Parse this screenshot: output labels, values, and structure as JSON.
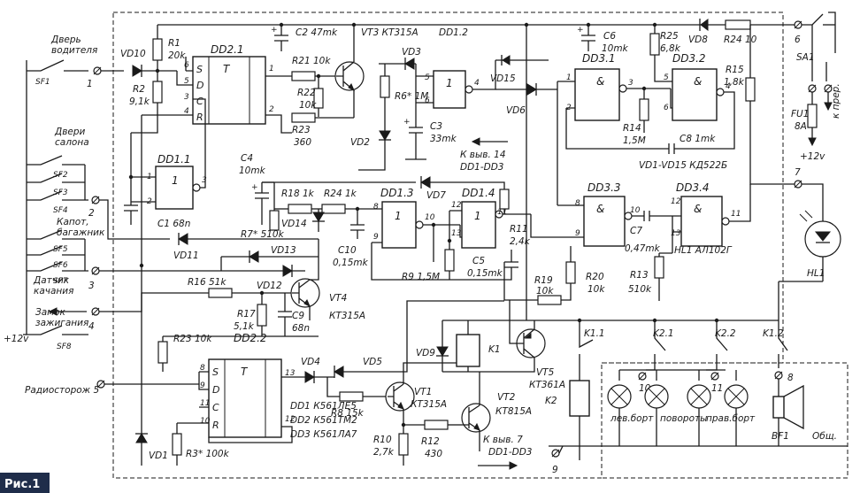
{
  "figure_label": "Рис.1",
  "external": {
    "driver_door": [
      "Дверь",
      "водителя"
    ],
    "salon_doors": [
      "Двери",
      "салона"
    ],
    "hood_trunk": [
      "Капот,",
      "багажник"
    ],
    "motion_sensor": [
      "Датчик",
      "качания"
    ],
    "ignition_lock": [
      "Замок",
      "зажигания"
    ],
    "radio_guard": "Радиосторож 5",
    "plus12_left": "+12v",
    "plus12_right": "+12v",
    "to_consumers": "к прер.",
    "common": "Общ.",
    "lamp_labels": [
      "лев.борт",
      "повороты",
      "прав.борт"
    ]
  },
  "switches": [
    "SF1",
    "SF2",
    "SF3",
    "SF4",
    "SF5",
    "SF6",
    "SF7",
    "SF8",
    "SA1"
  ],
  "terminals": [
    "1",
    "2",
    "3",
    "4",
    "5",
    "6",
    "7",
    "8",
    "9",
    "10",
    "11"
  ],
  "chips": {
    "dd21": "DD2.1",
    "dd22": "DD2.2",
    "dd11": "DD1.1",
    "dd12": "DD1.2",
    "dd13": "DD1.3",
    "dd14": "DD1.4",
    "dd31": "DD3.1",
    "dd32": "DD3.2",
    "dd33": "DD3.3",
    "dd34": "DD3.4",
    "trigger_T": "T",
    "trigger_S": "S",
    "trigger_D": "D",
    "trigger_C": "C",
    "trigger_R": "R",
    "gate_one": "1",
    "gate_and": "&"
  },
  "resistors": {
    "r1": [
      "R1",
      "20k"
    ],
    "r2": [
      "R2",
      "9,1k"
    ],
    "r21": [
      "R21",
      "10k"
    ],
    "r22": [
      "R22",
      "10k"
    ],
    "r23": [
      "R23",
      "360"
    ],
    "r6": "R6* 1M",
    "r25": [
      "R25",
      "6,8k"
    ],
    "r24": "R24  10",
    "r15": [
      "R15",
      "1,8k"
    ],
    "r14": [
      "R14",
      "1,5M"
    ],
    "r18": "R18  1k",
    "r24b": "R24  1k",
    "r7": "R7* 510k",
    "r11": [
      "R11",
      "2,4k"
    ],
    "r9": "R9   1,5M",
    "r16": "R16  51k",
    "r17": [
      "R17",
      "5,1k"
    ],
    "r23b": "R23   10k",
    "r19": [
      "R19",
      "10k"
    ],
    "r20": [
      "R20",
      "10k"
    ],
    "r13": [
      "R13",
      "510k"
    ],
    "r8": "R8   15k",
    "r3": "R3* 100k",
    "r10": [
      "R10",
      "2,7k"
    ],
    "r12": [
      "R12",
      "430"
    ]
  },
  "capacitors": {
    "c2": "C2  47mk",
    "c6": [
      "C6",
      "10mk"
    ],
    "c3": [
      "C3",
      "33mk"
    ],
    "c8": "C8   1mk",
    "c1": "C1  68n",
    "c4": [
      "C4",
      "10mk"
    ],
    "c10": [
      "C10",
      "0,15mk"
    ],
    "c5": [
      "C5",
      "0,15mk"
    ],
    "c7": [
      "C7",
      "0,47mk"
    ],
    "c9": [
      "C9",
      "68n"
    ]
  },
  "semis": {
    "vt3": "VT3 КТ315А",
    "vt4": "VT4",
    "vt4_type": "КТ315А",
    "vt5": [
      "VT5",
      "КТ361А"
    ],
    "vt1": [
      "VT1",
      "КТ315А"
    ],
    "vt2": [
      "VT2",
      "КТ815А"
    ],
    "hl1": "HL1 АЛ102Г",
    "vd_all": "VD1-VD15 КД522Б",
    "vd": [
      "VD1",
      "VD2",
      "VD3",
      "VD4",
      "VD5",
      "VD6",
      "VD7",
      "VD8",
      "VD9",
      "VD10",
      "VD11",
      "VD12",
      "VD13",
      "VD14",
      "VD15"
    ],
    "hl1_short": "HL1"
  },
  "relays": {
    "k1": "K1",
    "k2": "K2",
    "k11": "K1.1",
    "k12": "K1.2",
    "k21": "K2.1",
    "k22": "K2.2"
  },
  "others": {
    "fu1": [
      "FU1",
      "8A"
    ],
    "bf1": "BF1"
  },
  "notes": {
    "pin14": [
      "К выв. 14",
      "DD1-DD3"
    ],
    "pin7": [
      "К выв. 7",
      "DD1-DD3"
    ],
    "chip_list": [
      "DD1 К561ЛЕ5",
      "DD2 К561ТМ2",
      "DD3 К561ЛА7"
    ]
  },
  "pins": {
    "p1": "1",
    "p2": "2",
    "p3": "3",
    "p4": "4",
    "p5": "5",
    "p6": "6",
    "p8": "8",
    "p9": "9",
    "p10": "10",
    "p11": "11",
    "p12": "12",
    "p13": "13"
  }
}
